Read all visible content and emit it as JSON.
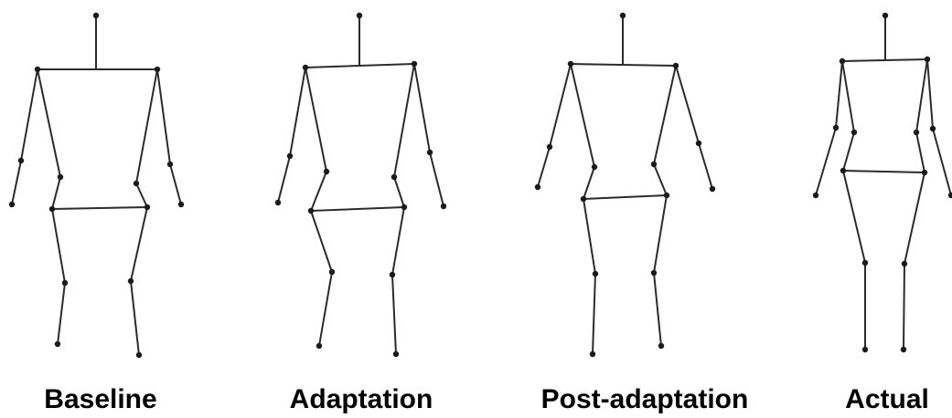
{
  "figure": {
    "colors": {
      "bone": "#2b2b2b",
      "joint": "#1a1a1a",
      "text": "#000000"
    },
    "poses": [
      {
        "id": "baseline",
        "label": "Baseline"
      },
      {
        "id": "adaptation",
        "label": "Adaptation"
      },
      {
        "id": "post-adaptation",
        "label": "Post-adaptation"
      },
      {
        "id": "actual",
        "label": "Actual"
      }
    ]
  }
}
